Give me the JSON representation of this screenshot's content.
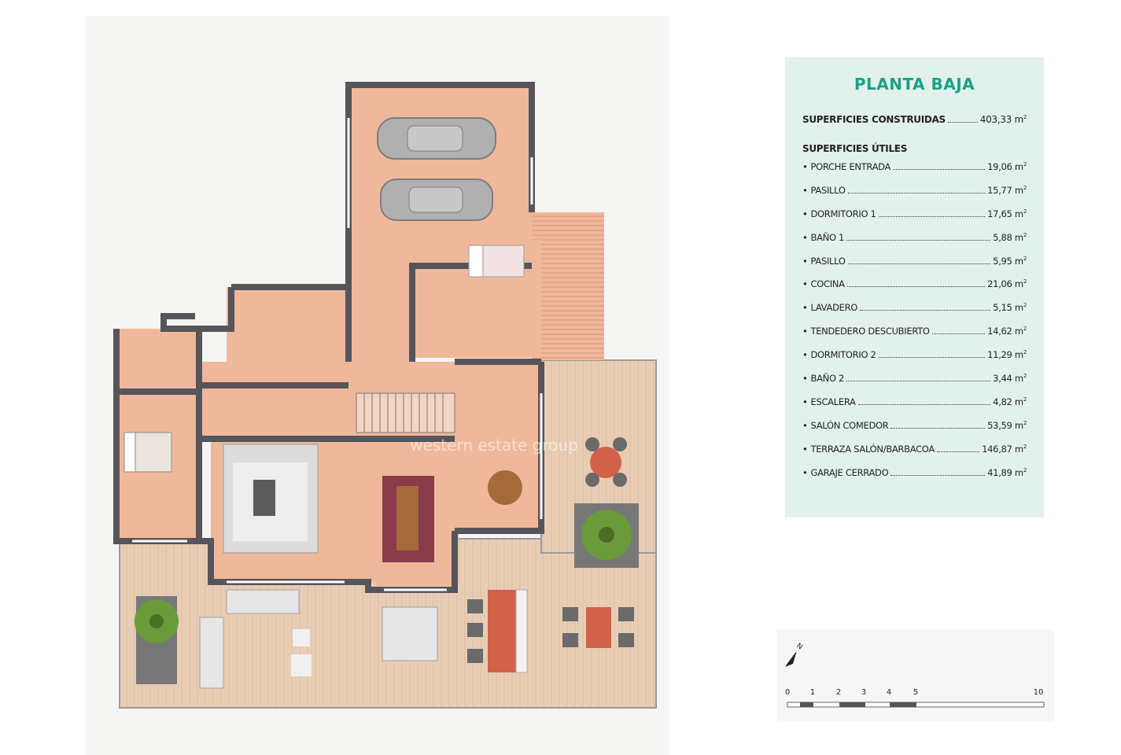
{
  "panel": {
    "title": "PLANTA BAJA",
    "built_label": "SUPERFICIES CONSTRUIDAS",
    "built_value": "403,33 m",
    "unit_exponent": "2",
    "useful_heading": "SUPERFICIES ÚTILES",
    "areas": [
      {
        "name": "PORCHE ENTRADA",
        "value": "19,06 m"
      },
      {
        "name": "PASILLO",
        "value": "15,77 m"
      },
      {
        "name": "DORMITORIO 1",
        "value": "17,65 m"
      },
      {
        "name": "BAÑO 1",
        "value": "5,88 m"
      },
      {
        "name": "PASILLO",
        "value": "5,95 m"
      },
      {
        "name": "COCINA",
        "value": "21,06 m"
      },
      {
        "name": "LAVADERO",
        "value": "5,15 m"
      },
      {
        "name": "TENDEDERO DESCUBIERTO",
        "value": "14,62 m"
      },
      {
        "name": "DORMITORIO 2",
        "value": "11,29 m"
      },
      {
        "name": "BAÑO 2",
        "value": "3,44 m"
      },
      {
        "name": "ESCALERA",
        "value": "4,82 m"
      },
      {
        "name": "SALÓN COMEDOR",
        "value": "53,59 m"
      },
      {
        "name": "TERRAZA SALÓN/BARBACOA",
        "value": "146,87 m"
      },
      {
        "name": "GARAJE CERRADO",
        "value": "41,89 m"
      }
    ]
  },
  "scale": {
    "ticks": [
      "0",
      "1",
      "2",
      "3",
      "4",
      "5",
      "10"
    ],
    "north_label": "N"
  },
  "watermark": "western estate group",
  "colors": {
    "accent": "#1aa187",
    "panel_bg": "#e3f1ec",
    "wall": "#55555a",
    "room_floor": "#f0b89b",
    "terrace_floor": "#e9cdb5"
  }
}
